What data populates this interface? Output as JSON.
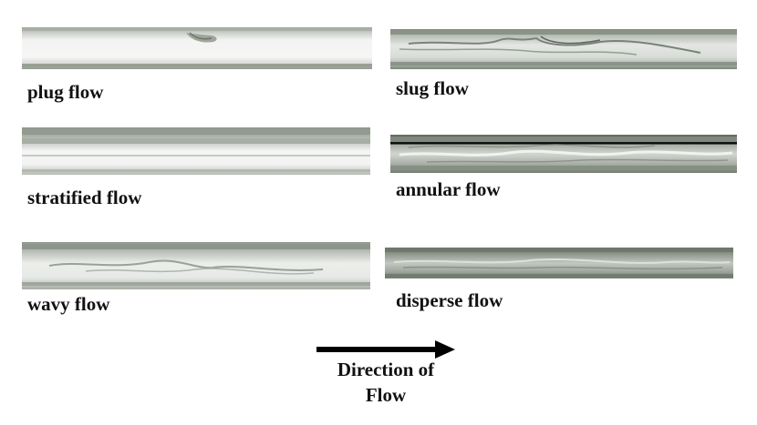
{
  "panels": [
    {
      "id": "plug",
      "label": "plug flow"
    },
    {
      "id": "slug",
      "label": "slug flow"
    },
    {
      "id": "stratified",
      "label": "stratified flow"
    },
    {
      "id": "annular",
      "label": "annular flow"
    },
    {
      "id": "wavy",
      "label": "wavy flow"
    },
    {
      "id": "disperse",
      "label": "disperse flow"
    }
  ],
  "direction": {
    "line1": "Direction of",
    "line2": "Flow"
  },
  "colors": {
    "tube_dark": "#8d968c",
    "tube_light": "#e9ecea",
    "text": "#111111",
    "arrow": "#000000"
  }
}
